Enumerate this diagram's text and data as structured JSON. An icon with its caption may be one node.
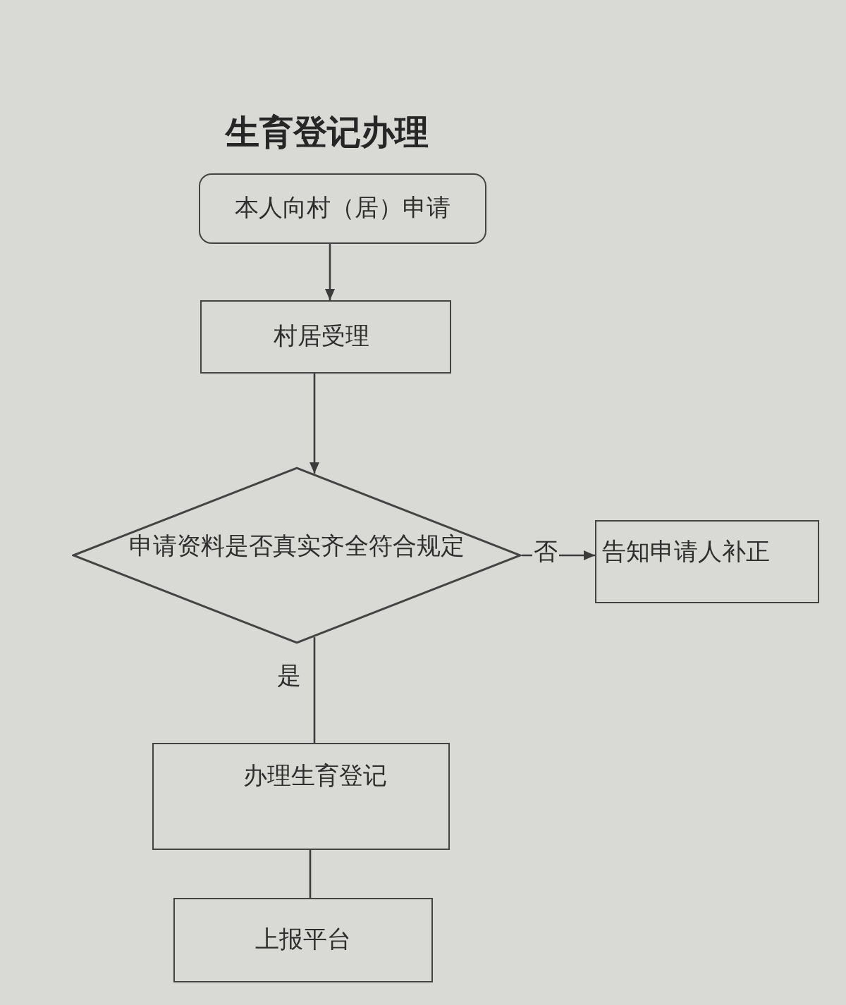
{
  "diagram": {
    "title": "生育登记办理",
    "nodes": [
      {
        "text": [
          "本人向村（居）申请"
        ]
      },
      {
        "text": [
          "村居受理"
        ]
      },
      {
        "text": [
          "申请资料是否真实齐全符合规定"
        ]
      },
      {
        "text": [
          "告知申请人补正"
        ]
      },
      {
        "text": [
          "办理生育登记"
        ]
      },
      {
        "text": [
          "上报平台"
        ]
      }
    ],
    "edges": [
      {
        "from": 0,
        "to": 1,
        "arrow": "to"
      },
      {
        "from": 1,
        "to": 2,
        "arrow": "to"
      },
      {
        "from": 2,
        "to": 3,
        "arrow": "to",
        "label": "否"
      },
      {
        "from": 2,
        "to": 4,
        "arrow": "none",
        "label": "是"
      },
      {
        "from": 4,
        "to": 5,
        "arrow": "none"
      }
    ]
  }
}
